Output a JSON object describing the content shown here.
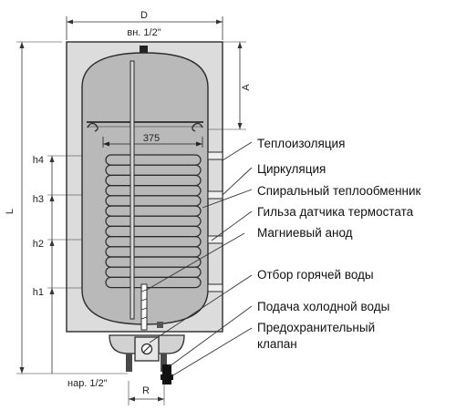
{
  "dimensions": {
    "D": "D",
    "inner_thread": "вн. 1/2\"",
    "A": "A",
    "L": "L",
    "coil_width": "375",
    "h4": "h4",
    "h3": "h3",
    "h2": "h2",
    "h1": "h1",
    "outer_thread": "нар. 1/2\"",
    "R": "R"
  },
  "callouts": [
    "Теплоизоляция",
    "Циркуляция",
    "Спиральный теплообменник",
    "Гильза датчика термостата",
    "Магниевый анод",
    "Отбор горячей воды",
    "Подача холодной воды",
    "Предохранительный",
    "клапан"
  ],
  "colors": {
    "outer_casing": "#dcdcdc",
    "inner_tank": "#b9b9b9",
    "outline": "#2b2b2b"
  }
}
